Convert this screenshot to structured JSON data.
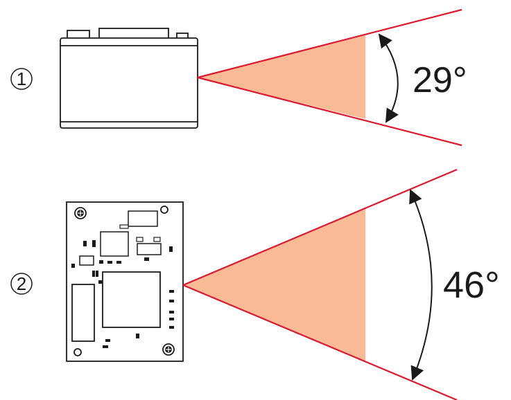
{
  "diagram": {
    "items": [
      {
        "number": "1",
        "angle_label": "29°",
        "field_of_view_deg": 29
      },
      {
        "number": "2",
        "angle_label": "46°",
        "field_of_view_deg": 46
      }
    ],
    "colors": {
      "beam_line": "#e0162b",
      "beam_fill": "#f9bb95",
      "outline": "#1a1a1a",
      "background": "#ffffff"
    }
  }
}
